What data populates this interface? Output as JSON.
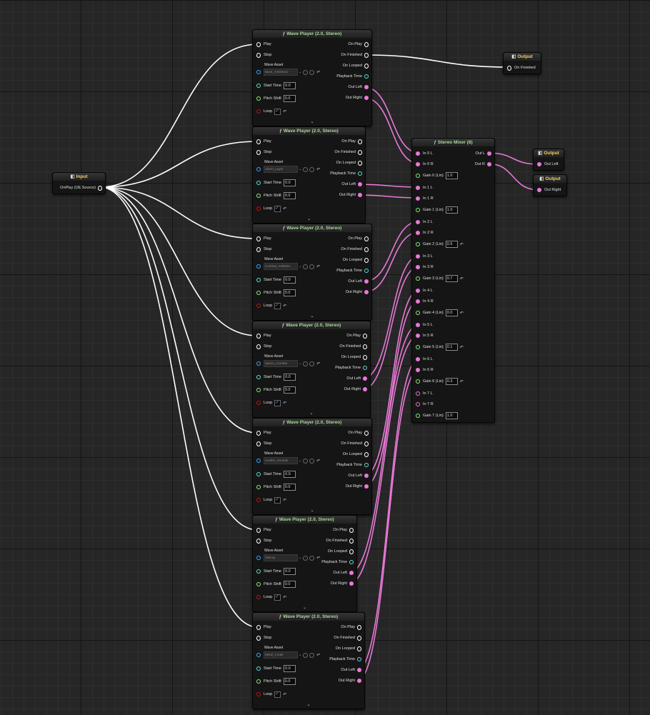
{
  "input_node": {
    "title": "Input",
    "pin": "OnPlay (UE.Source)"
  },
  "output_finished": {
    "title": "Output",
    "pin": "On Finished"
  },
  "output_left": {
    "title": "Output",
    "pin": "Out Left"
  },
  "output_right": {
    "title": "Output",
    "pin": "Out Right"
  },
  "wave_players": [
    {
      "title": "Wave Player (2.0, Stereo)",
      "asset": "Base_Ambience"
    },
    {
      "title": "Wave Player (2.0, Stereo)",
      "asset": "Alarm_Layer"
    },
    {
      "title": "Wave Player (2.0, Stereo)",
      "asset": "Combat_Ambienc"
    },
    {
      "title": "Wave Player (2.0, Stereo)",
      "asset": "Space_Combat"
    },
    {
      "title": "Wave Player (2.0, Stereo)",
      "asset": "Scatter_Sounds"
    },
    {
      "title": "Wave Player (2.0, Stereo)",
      "asset": "Tannoy"
    },
    {
      "title": "Wave Player (2.0, Stereo)",
      "asset": "Metal_Creak"
    }
  ],
  "wave_labels": {
    "play": "Play",
    "stop": "Stop",
    "wave_asset": "Wave Asset",
    "start_time": "Start Time",
    "pitch_shift": "Pitch Shift",
    "loop": "Loop",
    "on_play": "On Play",
    "on_finished": "On Finished",
    "on_looped": "On Looped",
    "playback_time": "Playback Time",
    "out_left": "Out Left",
    "out_right": "Out Right",
    "start_time_value": "0.0",
    "pitch_shift_value": "0.0"
  },
  "mixer": {
    "title": "Stereo Mixer (8)",
    "out_l": "Out L",
    "out_r": "Out R",
    "channels": [
      {
        "l": "In 0 L",
        "r": "In 0 R",
        "gain_label": "Gain 0 (Lin)",
        "gain": "1.0"
      },
      {
        "l": "In 1 L",
        "r": "In 1 R",
        "gain_label": "Gain 1 (Lin)",
        "gain": "1.0"
      },
      {
        "l": "In 2 L",
        "r": "In 2 R",
        "gain_label": "Gain 2 (Lin)",
        "gain": "0.5"
      },
      {
        "l": "In 3 L",
        "r": "In 3 R",
        "gain_label": "Gain 3 (Lin)",
        "gain": "0.7"
      },
      {
        "l": "In 4 L",
        "r": "In 4 R",
        "gain_label": "Gain 4 (Lin)",
        "gain": "0.0"
      },
      {
        "l": "In 5 L",
        "r": "In 5 R",
        "gain_label": "Gain 5 (Lin)",
        "gain": "0.1"
      },
      {
        "l": "In 6 L",
        "r": "In 6 R",
        "gain_label": "Gain 6 (Lin)",
        "gain": "0.3"
      },
      {
        "l": "In 7 L",
        "r": "In 7 R",
        "gain_label": "Gain 7 (Lin)",
        "gain": "1.0"
      }
    ]
  },
  "colors": {
    "audio": "#e879d6",
    "exec": "#ffffff",
    "float": "#8ef07a",
    "time": "#62e0d8",
    "asset": "#3da7ff",
    "bool": "#c11414",
    "wave_title": "#a9d89c",
    "io_title": "#f2d26a"
  }
}
